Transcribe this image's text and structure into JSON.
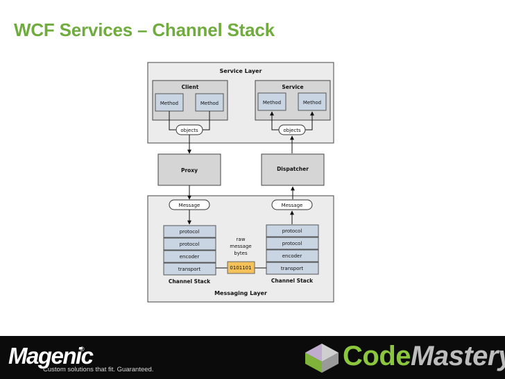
{
  "title": "WCF Services – Channel Stack",
  "diagram": {
    "service_layer": "Service Layer",
    "client": "Client",
    "service": "Service",
    "method": "Method",
    "objects": "objects",
    "proxy": "Proxy",
    "dispatcher": "Dispatcher",
    "message": "Message",
    "protocol": "protocol",
    "encoder": "encoder",
    "transport": "transport",
    "raw_line1": "raw",
    "raw_line2": "message",
    "raw_line3": "bytes",
    "bytes": "0101101",
    "channel_stack": "Channel Stack",
    "messaging_layer": "Messaging Layer"
  },
  "footer": {
    "magenic_name": "Magenic",
    "magenic_reg": "®",
    "magenic_tagline": "Custom solutions that fit. Guaranteed.",
    "cm_code": "Code",
    "cm_mastery": "Mastery"
  },
  "colors": {
    "title_green": "#6fac3d",
    "layer_bg": "#ececec",
    "panel_bg": "#d5d5d5",
    "stack_box": "#c9d5e3",
    "bytes_box": "#f5c25a",
    "footer_bg": "#0b0b0b",
    "code_green": "#8cc63f"
  }
}
